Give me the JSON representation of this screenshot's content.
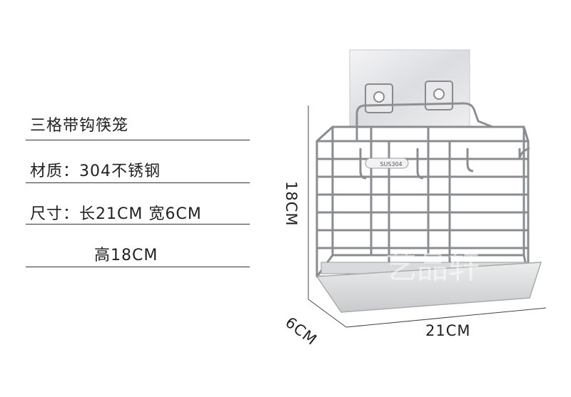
{
  "specs": {
    "name": "三格带钩筷笼",
    "material": "材质：304不锈钢",
    "size_line1": "尺寸：长21CM 宽6CM",
    "size_line2": "高18CM"
  },
  "dimensions": {
    "height": "18CM",
    "depth": "6CM",
    "width": "21CM"
  },
  "product": {
    "stamp": "SUS304",
    "watermark": "艺品轩"
  }
}
